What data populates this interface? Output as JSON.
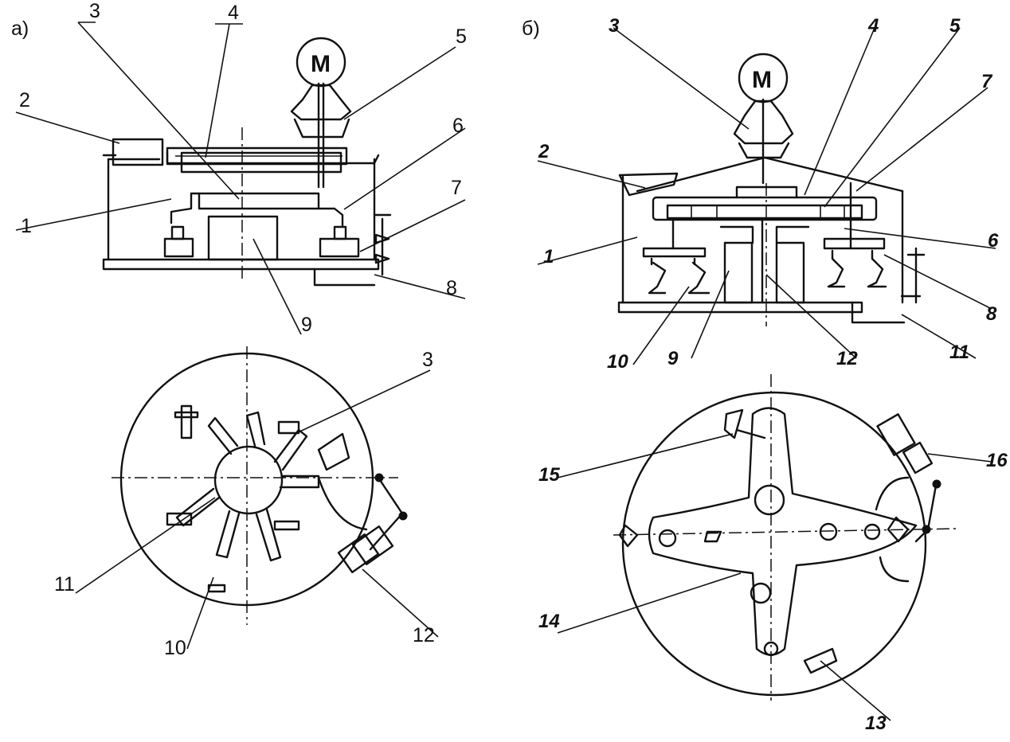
{
  "figure_a": {
    "panel_label": "а)",
    "motor_letter": "М",
    "callouts": [
      "1",
      "2",
      "3",
      "4",
      "5",
      "6",
      "7",
      "8",
      "9",
      "10",
      "11",
      "12",
      "3"
    ]
  },
  "figure_b": {
    "panel_label": "б)",
    "motor_letter": "М",
    "callouts": [
      "1",
      "2",
      "3",
      "4",
      "5",
      "6",
      "7",
      "8",
      "9",
      "10",
      "11",
      "12",
      "13",
      "14",
      "15",
      "16"
    ]
  }
}
